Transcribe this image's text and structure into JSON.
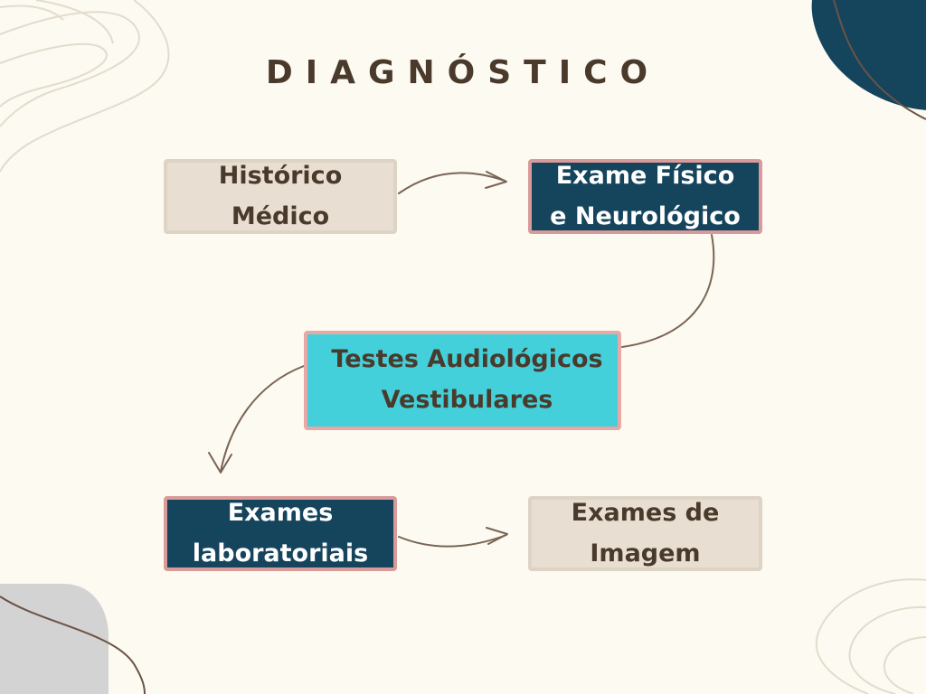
{
  "title": "DIAGNÓSTICO",
  "steps": [
    {
      "label": "Histórico\nMédico"
    },
    {
      "label": "Exame Físico\ne Neurológico"
    },
    {
      "label": "Testes Audiológicos\nVestibulares"
    },
    {
      "label": "Exames\nlaboratoriais"
    },
    {
      "label": "Exames de\nImagem"
    }
  ],
  "colors": {
    "background": "#fcfaf1",
    "beige_box": "#e8dfd2",
    "navy_box": "#15445d",
    "cyan_box": "#43d0da",
    "box_border_pink": "#d99a9a",
    "text_brown": "#4a3a2c",
    "corner_blob_navy": "#15445d",
    "corner_blob_gray": "#d3d3d3",
    "connector": "#7a6455"
  }
}
